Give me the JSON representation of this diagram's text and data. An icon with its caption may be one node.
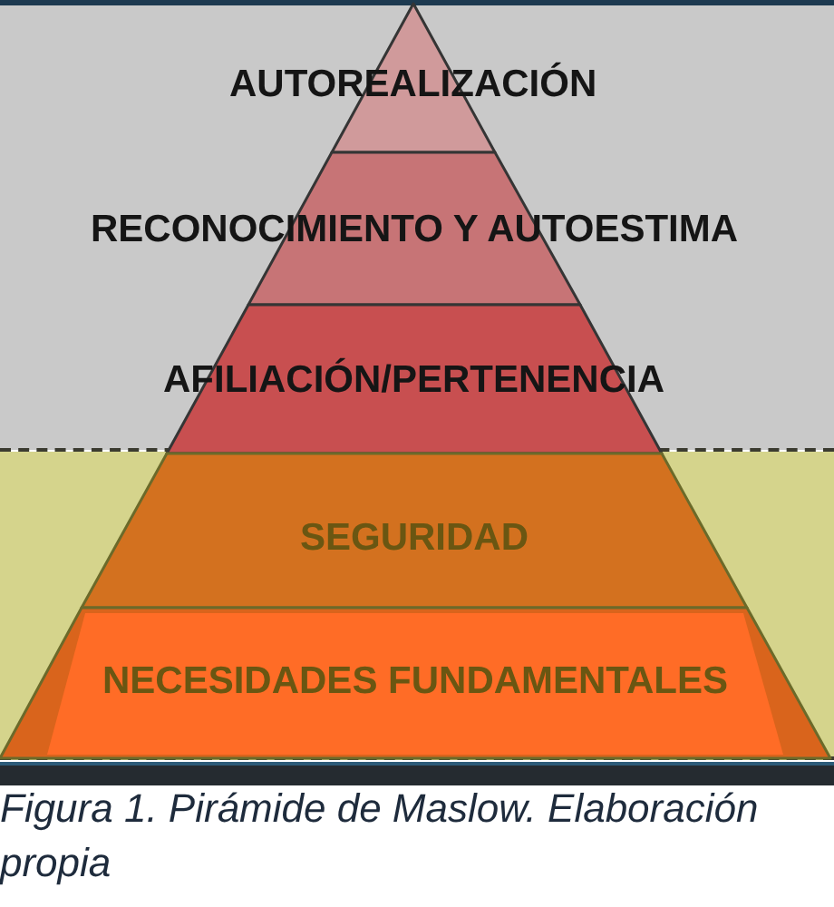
{
  "diagram": {
    "caption": "Figura 1. Pirámide de Maslow. Elaboración propia",
    "nodes": [
      {
        "text": [
          "AUTOREALIZACIÓN"
        ]
      },
      {
        "text": [
          "RECONOCIMIENTO Y AUTOESTIMA"
        ]
      },
      {
        "text": [
          "AFILIACIÓN/PERTENENCIA"
        ]
      },
      {
        "text": [
          "SEGURIDAD"
        ]
      },
      {
        "text": [
          "NECESIDADES FUNDAMENTALES"
        ]
      }
    ]
  }
}
